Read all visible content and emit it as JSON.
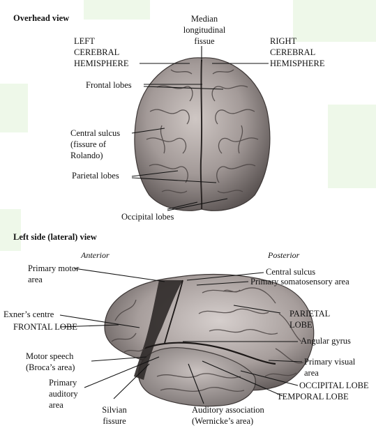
{
  "overhead": {
    "title": "Overhead view",
    "labels": {
      "median": "Median\nlongitudinal\nfissue",
      "left_hemi": "LEFT\nCEREBRAL\nHEMISPHERE",
      "right_hemi": "RIGHT\nCEREBRAL\nHEMISPHERE",
      "frontal": "Frontal lobes",
      "central": "Central sulcus\n(fissure of\nRolando)",
      "parietal": "Parietal lobes",
      "occipital": "Occipital lobes"
    }
  },
  "lateral": {
    "title": "Left side (lateral) view",
    "anterior": "Anterior",
    "posterior": "Posterior",
    "labels": {
      "primary_motor": "Primary motor\narea",
      "central_sulcus": "Central sulcus",
      "somatosensory": "Primary somatosensory area",
      "exner": "Exner’s centre",
      "frontal_lobe": "FRONTAL LOBE",
      "parietal_lobe": "PARIETAL\nLOBE",
      "angular": "Angular gyrus",
      "motor_speech": "Motor speech\n(Broca’s area)",
      "primary_visual": "Primary visual\narea",
      "primary_auditory": "Primary\nauditory\narea",
      "occipital_lobe": "OCCIPITAL LOBE",
      "temporal_lobe": "TEMPORAL LOBE",
      "silvian": "Silvian\nfissure",
      "auditory_assoc": "Auditory association\n(Wernicke’s area)"
    }
  }
}
